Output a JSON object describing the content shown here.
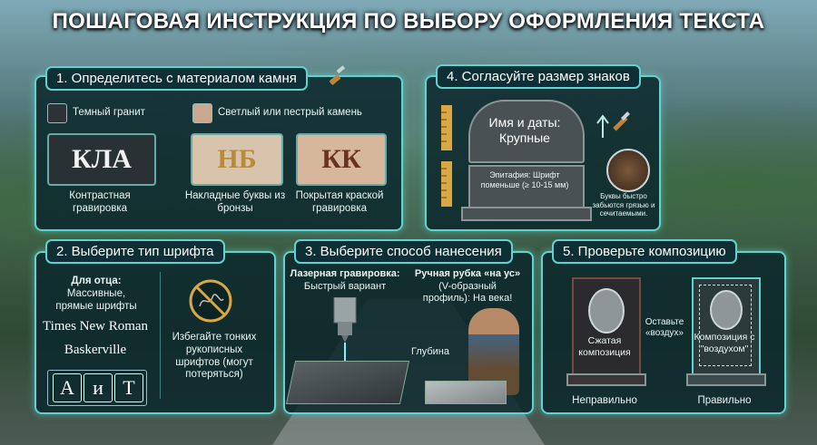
{
  "title": "ПОШАГОВАЯ ИНСТРУКЦИЯ ПО ВЫБОРУ ОФОРМЛЕНИЯ ТЕКСТА",
  "step1": {
    "header": "1. Определитесь с материалом камня",
    "dark_label": "Темный гранит",
    "light_label": "Светлый или пестрый камень",
    "sample_dark": "КЛА",
    "sample_bronze": "НБ",
    "sample_paint": "КК",
    "cap_dark": "Контрастная гравировка",
    "cap_bronze": "Накладные буквы из бронзы",
    "cap_paint": "Покрытая краской гравировка",
    "colors": {
      "dark": "#2c3236",
      "light": "#c9a88e",
      "bronze": "#b88a3c",
      "paint": "#7a3a26"
    }
  },
  "step2": {
    "header": "2. Выберите тип шрифта",
    "for_father": "Для отца:",
    "desc": "Массивные, прямые шрифты",
    "font1": "Times New Roman",
    "font2": "Baskerville",
    "letters": [
      "А",
      "и",
      "Т"
    ],
    "avoid": "Избегайте тонких рукописных шрифтов (могут потеряться)"
  },
  "step3": {
    "header": "3. Выберите способ нанесения",
    "laser_title": "Лазерная гравировка:",
    "laser_desc": "Быстрый вариант",
    "manual_title": "Ручная рубка «на ус»",
    "manual_desc": "(V-образный профиль): На века!",
    "depth": "Глубина"
  },
  "step4": {
    "header": "4. Согласуйте размер знаков",
    "big_text": "Имя и даты: Крупные",
    "epitaph": "Эпитафия: Шрифт поменьше (≥ 10-15 мм)",
    "dirt_note": "Буквы быстро забьются грязью и сечитаемыми."
  },
  "step5": {
    "header": "5. Проверьте композицию",
    "bad_text": "Сжатая композиция",
    "good_text": "Композиция с \"воздухом\"",
    "leave_air": "Оставьте «воздух»",
    "wrong": "Неправильно",
    "right": "Правильно"
  }
}
